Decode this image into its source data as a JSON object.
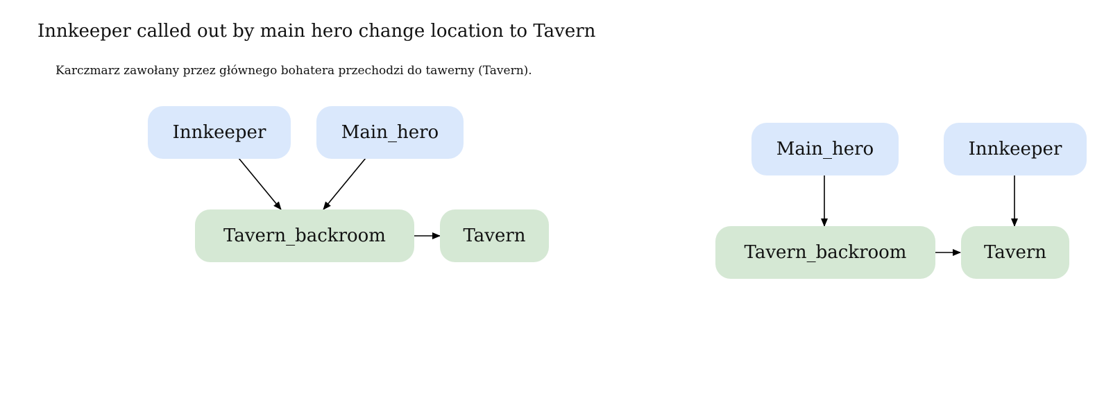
{
  "header": {
    "title": "Innkeeper called out by main hero change location to Tavern",
    "subtitle": "Karczmarz zawołany przez głównego bohatera przechodzi do tawerny (Tavern)."
  },
  "colors": {
    "character_node": "#dae8fc",
    "location_node": "#d5e8d4",
    "edge": "#000000"
  },
  "left_graph": {
    "nodes": {
      "innkeeper": "Innkeeper",
      "main_hero": "Main_hero",
      "tavern_backroom": "Tavern_backroom",
      "tavern": "Tavern"
    }
  },
  "right_graph": {
    "nodes": {
      "main_hero": "Main_hero",
      "innkeeper": "Innkeeper",
      "tavern_backroom": "Tavern_backroom",
      "tavern": "Tavern"
    }
  }
}
